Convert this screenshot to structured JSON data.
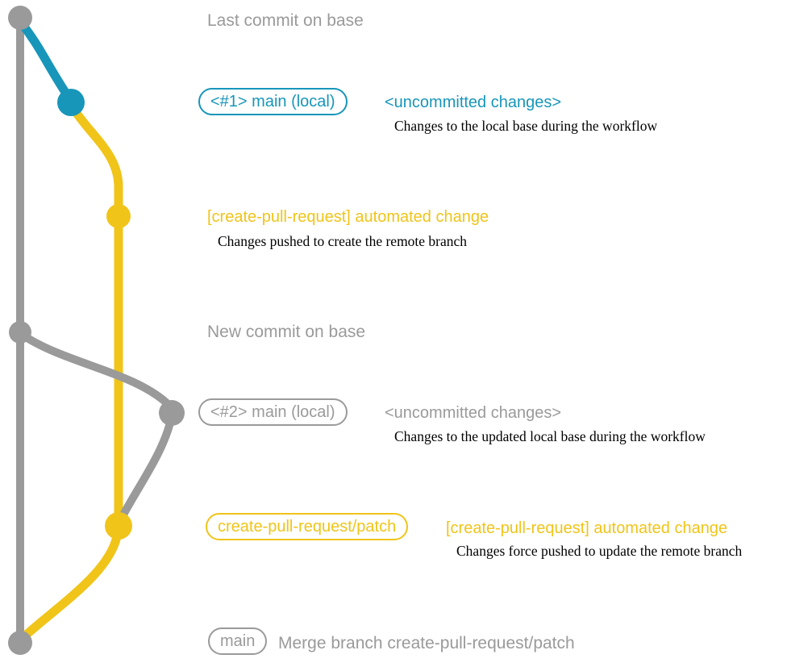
{
  "colors": {
    "gray": "#9A9A9A",
    "blue": "#1796BA",
    "yellow": "#F0C419",
    "ink": "#000000"
  },
  "annotations": {
    "last_commit": "Last commit on base",
    "step1_badge": "<#1> main (local)",
    "step1_title": "<uncommitted changes>",
    "step1_caption": "Changes to the local base during the workflow",
    "step2_title": "[create-pull-request] automated change",
    "step2_caption": "Changes pushed to create the remote branch",
    "new_commit": "New commit on base",
    "step3_badge": "<#2> main (local)",
    "step3_title": "<uncommitted changes>",
    "step3_caption": "Changes to the updated local base during the workflow",
    "step4_badge": "create-pull-request/patch",
    "step4_title": "[create-pull-request] automated change",
    "step4_caption": "Changes force pushed to update the remote branch",
    "merge_badge": "main",
    "merge_title": "Merge branch create-pull-request/patch"
  },
  "graph": {
    "branches": [
      {
        "name": "base",
        "color": "#9A9A9A"
      },
      {
        "name": "main (local)",
        "color": "#1796BA"
      },
      {
        "name": "create-pull-request/patch",
        "color": "#F0C419"
      }
    ],
    "commits": [
      {
        "label": "Last commit on base",
        "branch": "base"
      },
      {
        "label": "<#1> main (local) <uncommitted changes>",
        "branch": "main (local)"
      },
      {
        "label": "[create-pull-request] automated change",
        "branch": "create-pull-request/patch"
      },
      {
        "label": "New commit on base",
        "branch": "base"
      },
      {
        "label": "<#2> main (local) <uncommitted changes>",
        "branch": "main (local)"
      },
      {
        "label": "[create-pull-request] automated change (force push)",
        "branch": "create-pull-request/patch"
      },
      {
        "label": "Merge branch create-pull-request/patch",
        "branch": "base"
      }
    ]
  }
}
